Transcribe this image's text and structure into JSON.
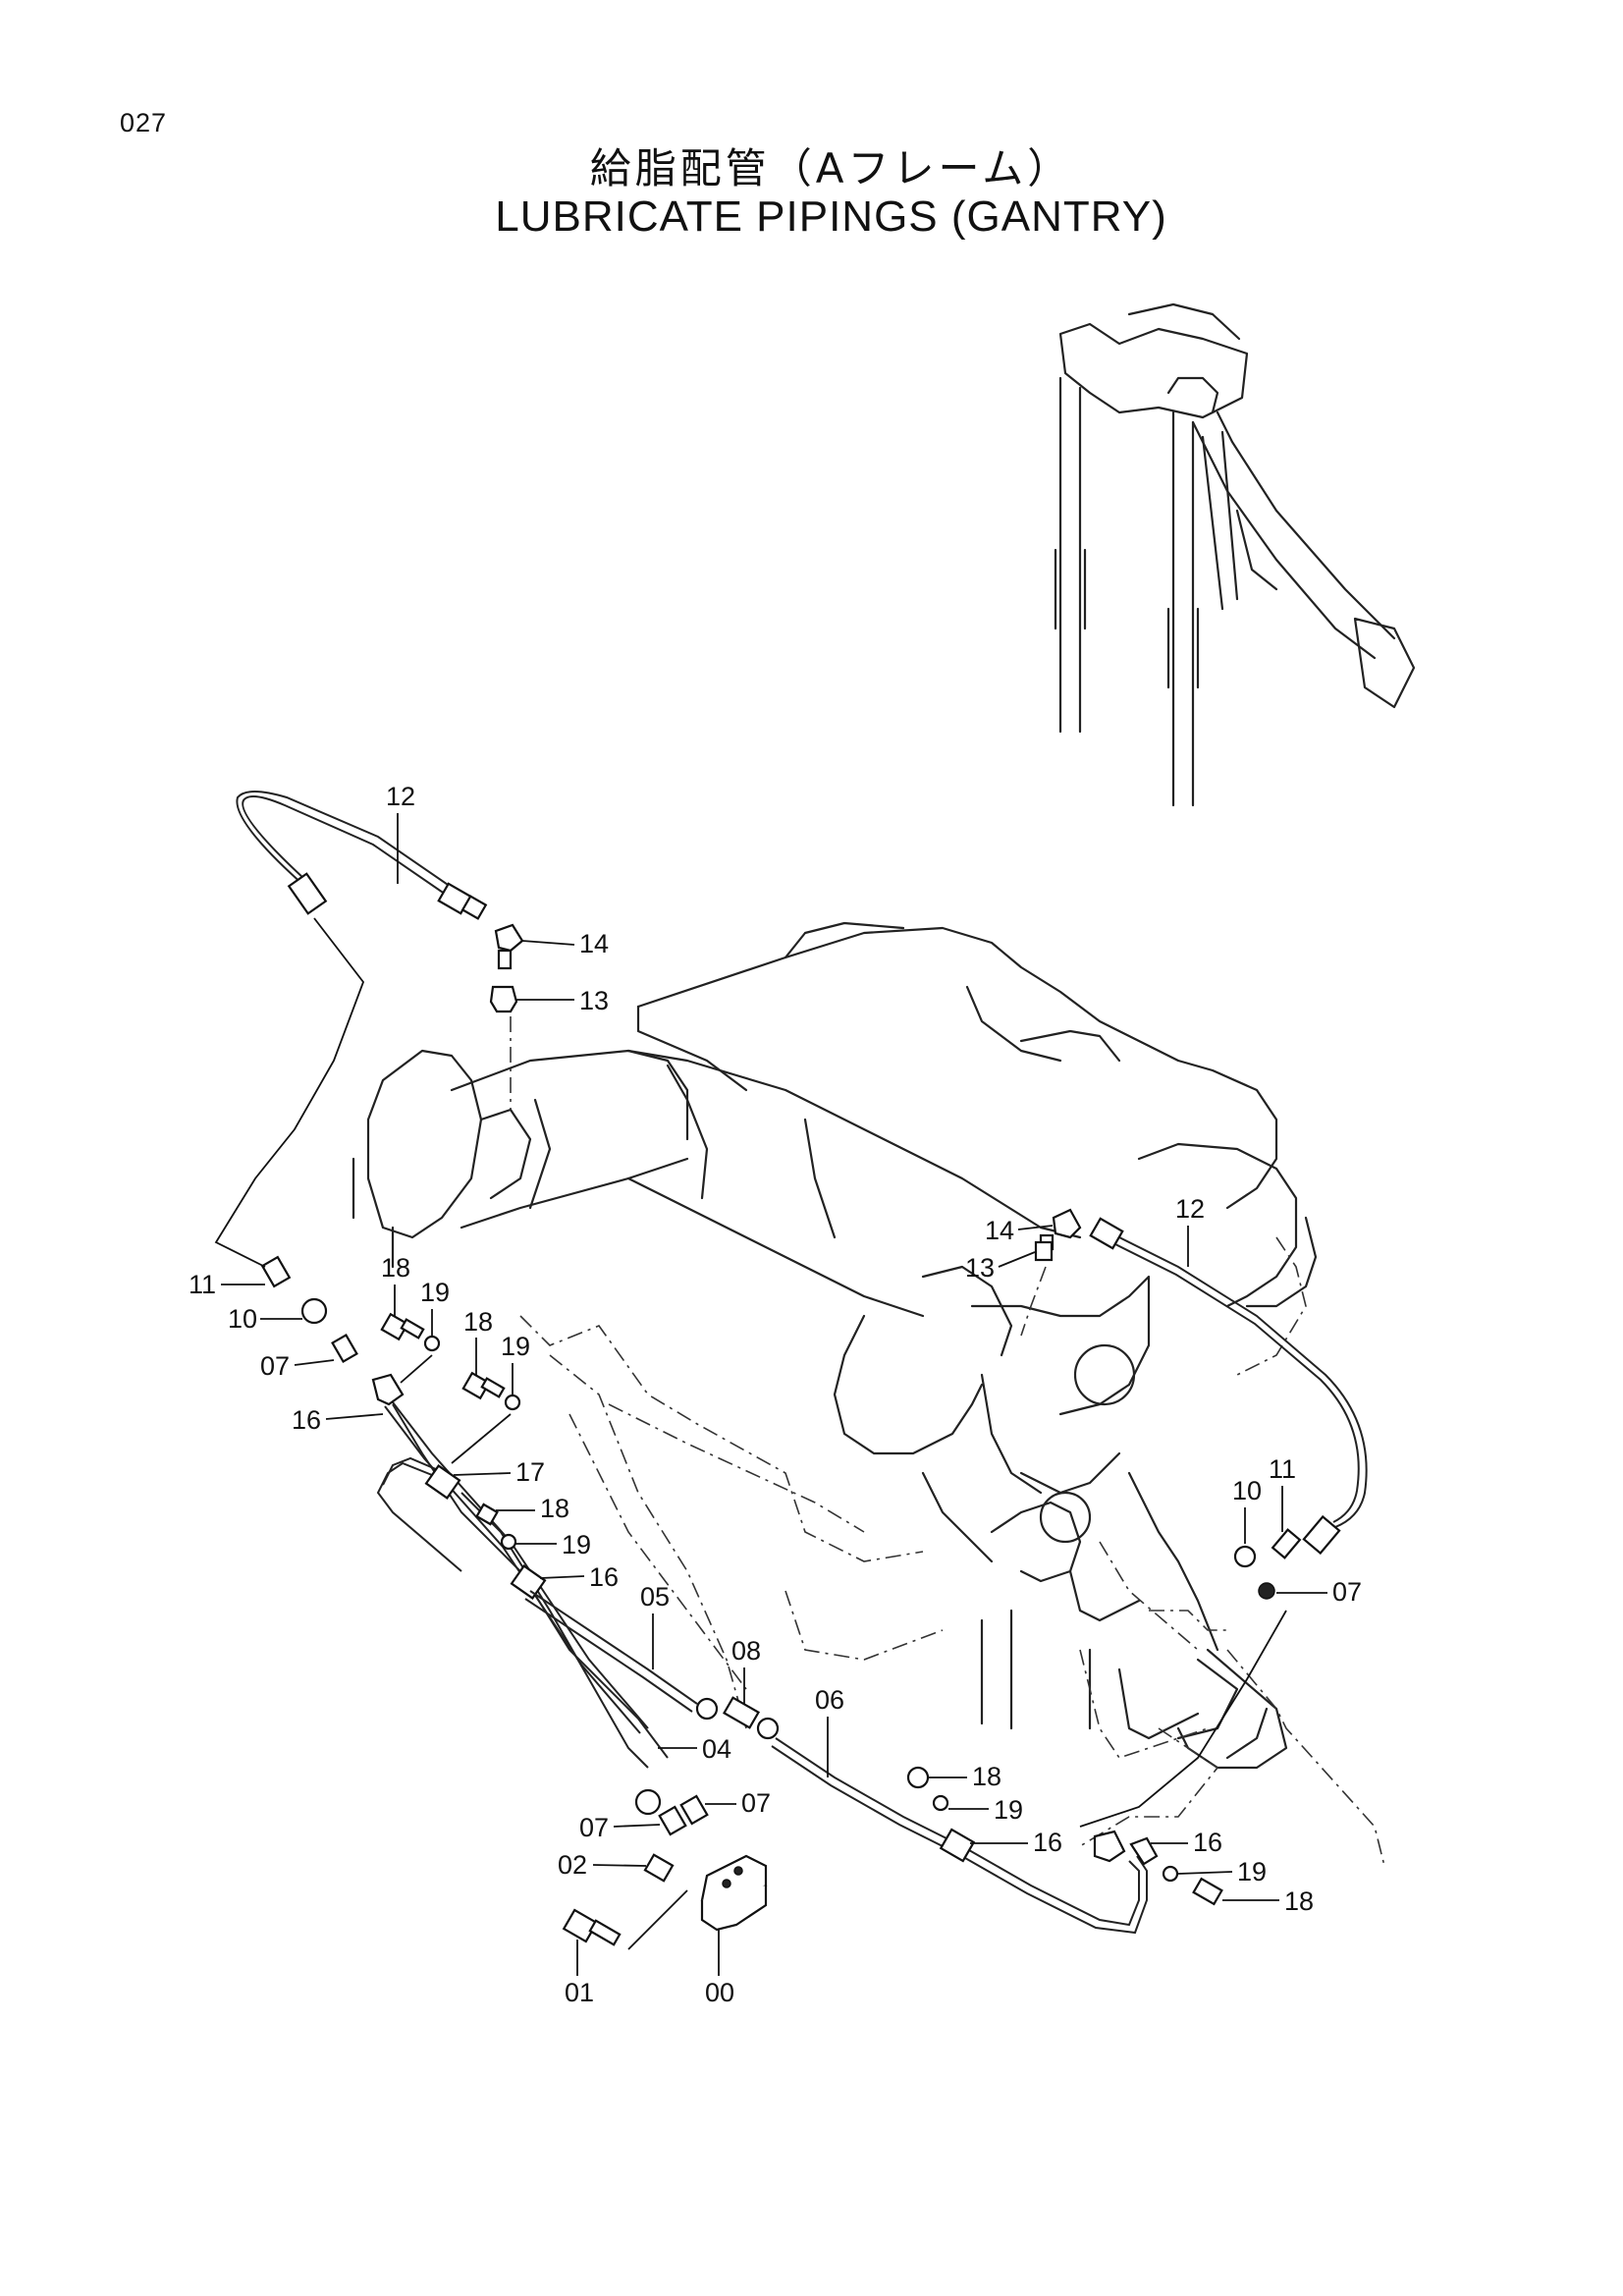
{
  "header": {
    "page_number": "027",
    "title_jp": "給脂配管（Aフレーム）",
    "title_en": "LUBRICATE PIPINGS (GANTRY)"
  },
  "callouts": [
    {
      "id": "c-12a",
      "label": "12"
    },
    {
      "id": "c-14a",
      "label": "14"
    },
    {
      "id": "c-13a",
      "label": "13"
    },
    {
      "id": "c-11a",
      "label": "11"
    },
    {
      "id": "c-10a",
      "label": "10"
    },
    {
      "id": "c-07a",
      "label": "07"
    },
    {
      "id": "c-16a",
      "label": "16"
    },
    {
      "id": "c-18a",
      "label": "18"
    },
    {
      "id": "c-19a",
      "label": "19"
    },
    {
      "id": "c-18b",
      "label": "18"
    },
    {
      "id": "c-19b",
      "label": "19"
    },
    {
      "id": "c-17",
      "label": "17"
    },
    {
      "id": "c-18c",
      "label": "18"
    },
    {
      "id": "c-19c",
      "label": "19"
    },
    {
      "id": "c-16b",
      "label": "16"
    },
    {
      "id": "c-05",
      "label": "05"
    },
    {
      "id": "c-08",
      "label": "08"
    },
    {
      "id": "c-04",
      "label": "04"
    },
    {
      "id": "c-06",
      "label": "06"
    },
    {
      "id": "c-07b",
      "label": "07"
    },
    {
      "id": "c-07c",
      "label": "07"
    },
    {
      "id": "c-02",
      "label": "02"
    },
    {
      "id": "c-01",
      "label": "01"
    },
    {
      "id": "c-00",
      "label": "00"
    },
    {
      "id": "c-14b",
      "label": "14"
    },
    {
      "id": "c-13b",
      "label": "13"
    },
    {
      "id": "c-12b",
      "label": "12"
    },
    {
      "id": "c-10b",
      "label": "10"
    },
    {
      "id": "c-11b",
      "label": "11"
    },
    {
      "id": "c-07d",
      "label": "07"
    },
    {
      "id": "c-18d",
      "label": "18"
    },
    {
      "id": "c-19d",
      "label": "19"
    },
    {
      "id": "c-16c",
      "label": "16"
    },
    {
      "id": "c-16d",
      "label": "16"
    },
    {
      "id": "c-19e",
      "label": "19"
    },
    {
      "id": "c-18e",
      "label": "18"
    }
  ]
}
